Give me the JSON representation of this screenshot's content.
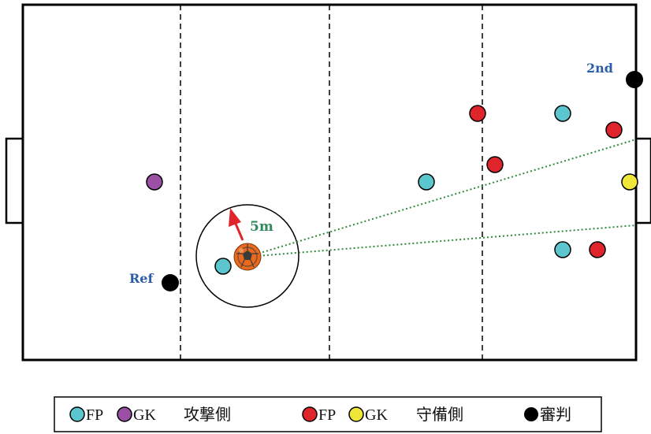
{
  "labels": {
    "second_referee": "2nd",
    "referee": "Ref",
    "distance": "5m"
  },
  "legend": {
    "attack_fp": "FP",
    "attack_gk": "GK",
    "attack_side": "攻撃側",
    "defense_fp": "FP",
    "defense_gk": "GK",
    "defense_side": "守備側",
    "referee": "審判"
  },
  "colors": {
    "attack_fp": "#5cc6cf",
    "attack_gk": "#9b4fa5",
    "defense_fp": "#e0242b",
    "defense_gk": "#efe63a",
    "referee": "#000000",
    "label_blue": "#2b5ea8",
    "label_green": "#2f8a5e",
    "sightline": "#2e8a3c",
    "arrow": "#e0242b",
    "ball": "#e96a1f"
  },
  "icons": {
    "ball": "soccer-ball-icon",
    "arrow": "direction-arrow-icon"
  }
}
